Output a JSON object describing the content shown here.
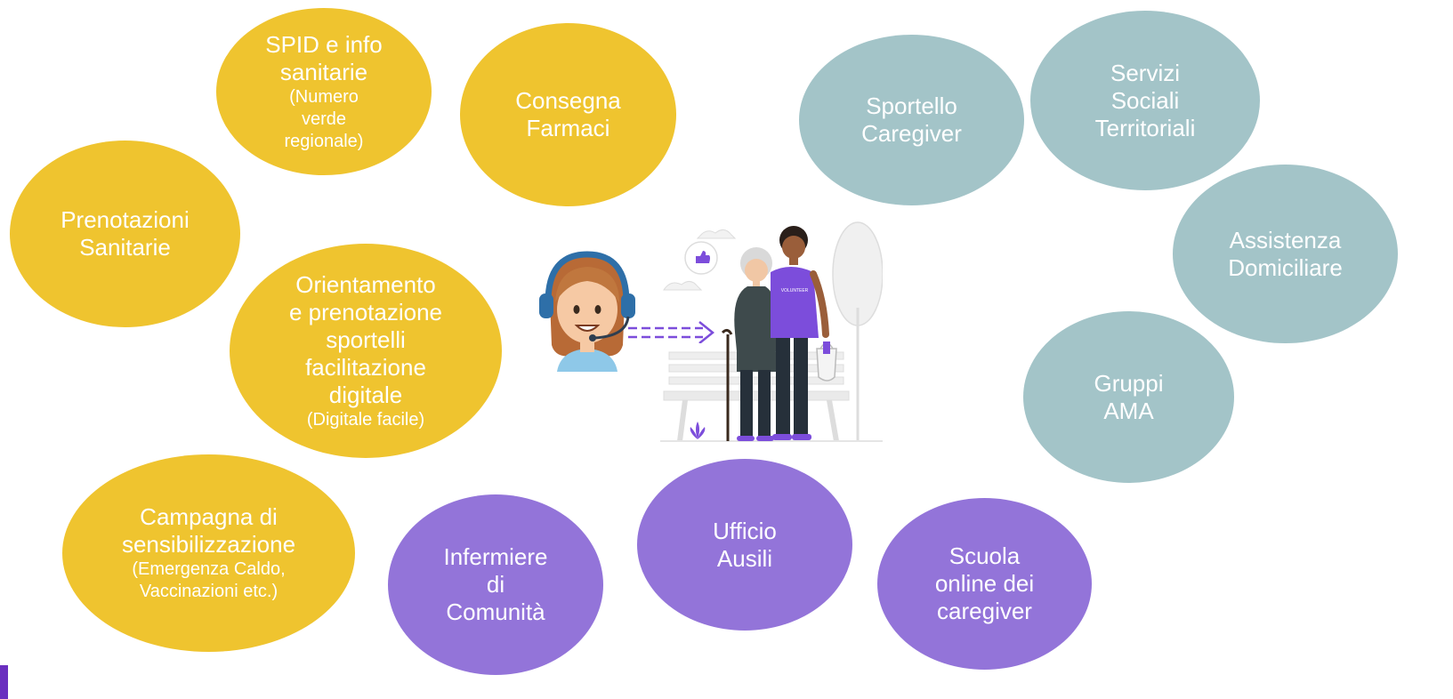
{
  "colors": {
    "yellow": "#EFC42F",
    "teal": "#A3C4C8",
    "purple": "#9374D9",
    "accent": "#7C4DDB"
  },
  "bubbles": {
    "spid": {
      "lines": [
        "SPID e info",
        "sanitarie"
      ],
      "sub": [
        "(Numero",
        "verde",
        "regionale)"
      ]
    },
    "farmaci": {
      "lines": [
        "Consegna",
        "Farmaci"
      ]
    },
    "prenotazioni": {
      "lines": [
        "Prenotazioni",
        "Sanitarie"
      ]
    },
    "orientamento": {
      "lines": [
        "Orientamento",
        "e prenotazione",
        "sportelli",
        "facilitazione",
        "digitale"
      ],
      "sub": [
        "(Digitale facile)"
      ]
    },
    "campagna": {
      "lines": [
        "Campagna di",
        "sensibilizzazione"
      ],
      "sub": [
        "(Emergenza Caldo,",
        "Vaccinazioni etc.)"
      ]
    },
    "sportello": {
      "lines": [
        "Sportello",
        "Caregiver"
      ]
    },
    "servizi": {
      "lines": [
        "Servizi",
        "Sociali",
        "Territoriali"
      ]
    },
    "assistenza": {
      "lines": [
        "Assistenza",
        "Domiciliare"
      ]
    },
    "gruppi": {
      "lines": [
        "Gruppi",
        "AMA"
      ]
    },
    "infermiere": {
      "lines": [
        "Infermiere",
        "di",
        "Comunità"
      ]
    },
    "ausili": {
      "lines": [
        "Ufficio",
        "Ausili"
      ]
    },
    "scuola": {
      "lines": [
        "Scuola",
        "online dei",
        "caregiver"
      ]
    }
  },
  "illustration": {
    "shirt_text": "VOLUNTEER"
  }
}
